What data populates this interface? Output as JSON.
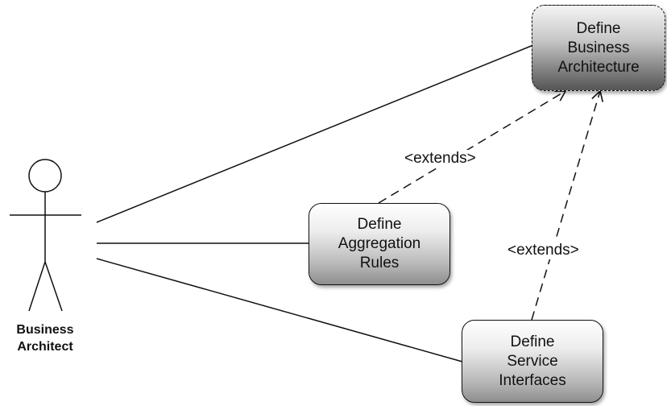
{
  "actor": {
    "name": "Business\nArchitect"
  },
  "use_cases": {
    "business_architecture": "Define\nBusiness\nArchitecture",
    "aggregation_rules": "Define\nAggregation\nRules",
    "service_interfaces": "Define\nService\nInterfaces"
  },
  "relations": {
    "extends_1": "<extends>",
    "extends_2": "<extends>"
  },
  "colors": {
    "line": "#111111",
    "background": "#ffffff"
  }
}
